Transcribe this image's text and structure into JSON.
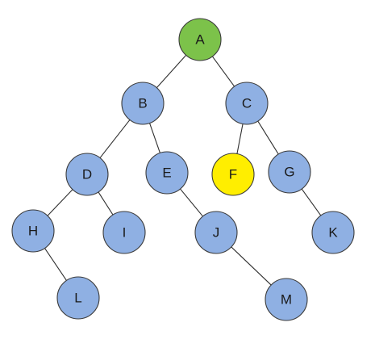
{
  "diagram": {
    "type": "binary-tree",
    "nodes": [
      {
        "id": "A",
        "label": "A",
        "color": "#7cc24a"
      },
      {
        "id": "B",
        "label": "B",
        "color": "#8fb0e3"
      },
      {
        "id": "C",
        "label": "C",
        "color": "#8fb0e3"
      },
      {
        "id": "D",
        "label": "D",
        "color": "#8fb0e3"
      },
      {
        "id": "E",
        "label": "E",
        "color": "#8fb0e3"
      },
      {
        "id": "F",
        "label": "F",
        "color": "#ffee00"
      },
      {
        "id": "G",
        "label": "G",
        "color": "#8fb0e3"
      },
      {
        "id": "H",
        "label": "H",
        "color": "#8fb0e3"
      },
      {
        "id": "I",
        "label": "I",
        "color": "#8fb0e3"
      },
      {
        "id": "J",
        "label": "J",
        "color": "#8fb0e3"
      },
      {
        "id": "K",
        "label": "K",
        "color": "#8fb0e3"
      },
      {
        "id": "L",
        "label": "L",
        "color": "#8fb0e3"
      },
      {
        "id": "M",
        "label": "M",
        "color": "#8fb0e3"
      }
    ],
    "edges": [
      [
        "A",
        "B"
      ],
      [
        "A",
        "C"
      ],
      [
        "B",
        "D"
      ],
      [
        "B",
        "E"
      ],
      [
        "C",
        "F"
      ],
      [
        "C",
        "G"
      ],
      [
        "D",
        "H"
      ],
      [
        "D",
        "I"
      ],
      [
        "E",
        "J"
      ],
      [
        "G",
        "K"
      ],
      [
        "H",
        "L"
      ],
      [
        "J",
        "M"
      ]
    ]
  }
}
